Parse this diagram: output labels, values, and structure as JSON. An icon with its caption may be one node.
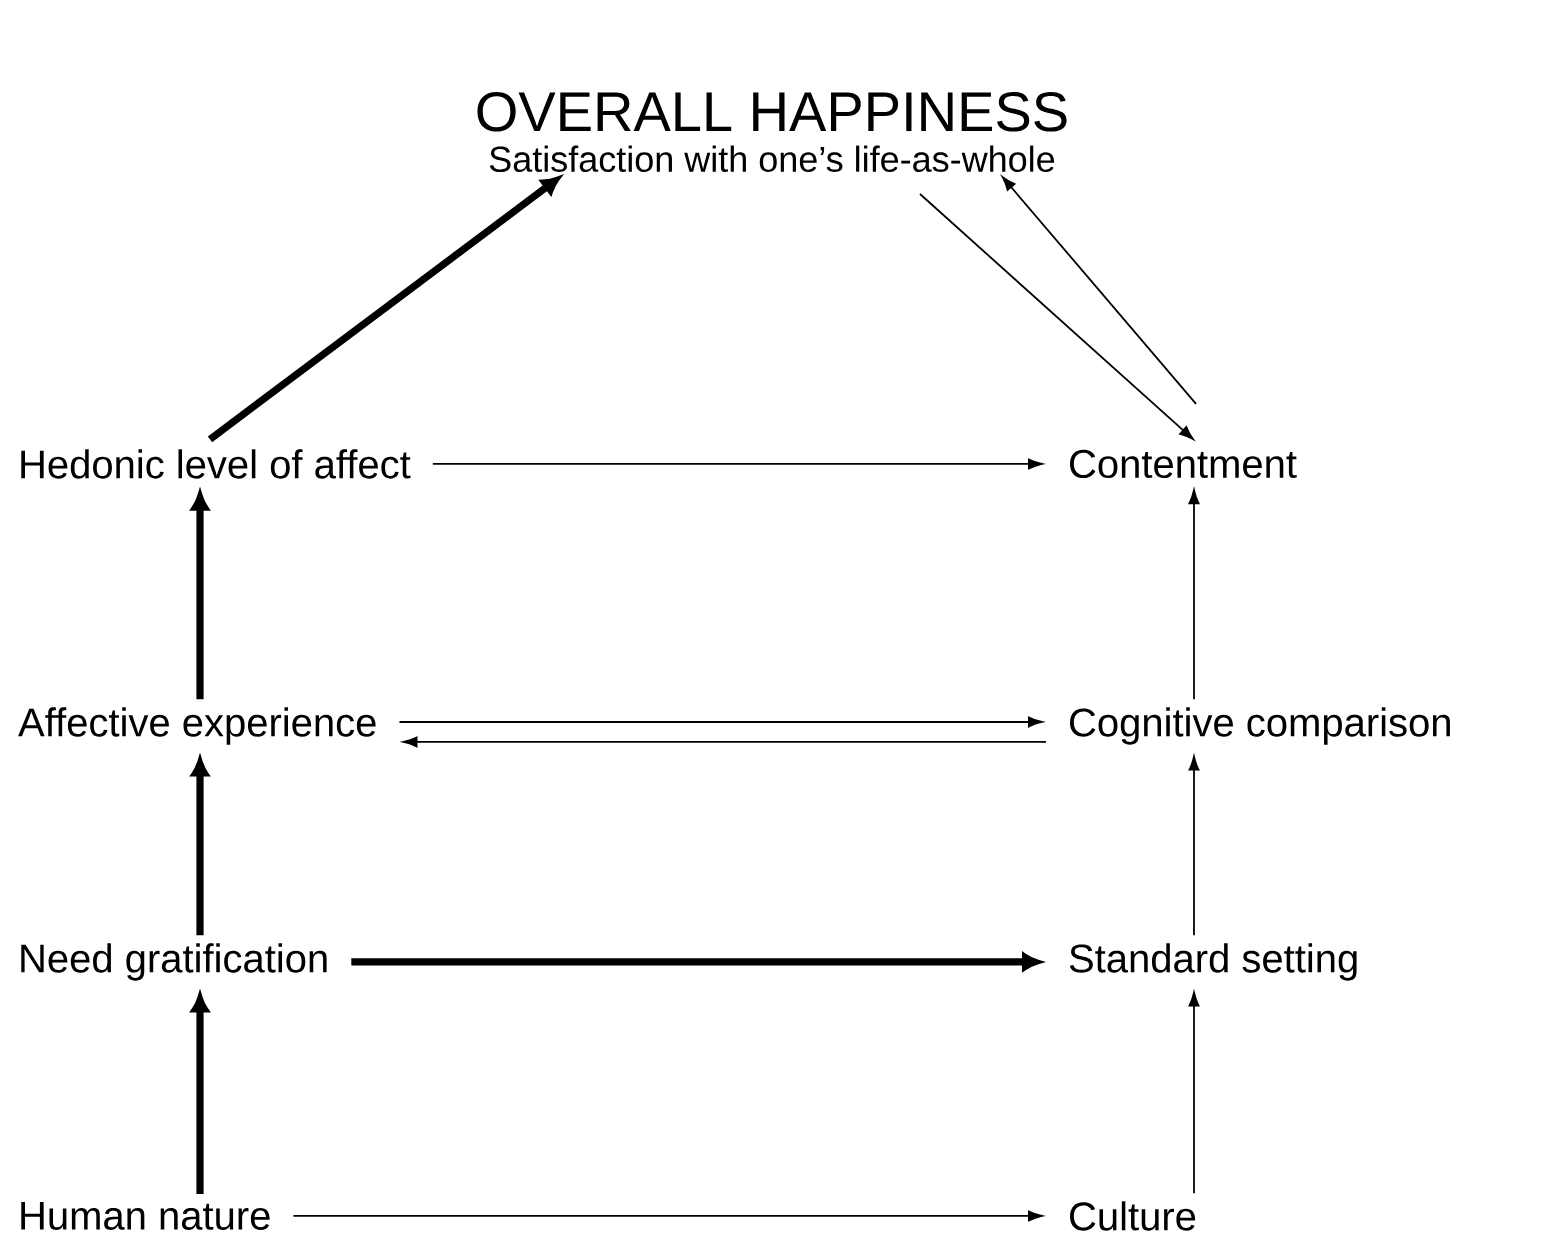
{
  "diagram": {
    "nodes": [
      {
        "text": [
          "OVERALL HAPPINESS",
          "Satisfaction with one’s life-as-whole"
        ]
      },
      {
        "text": [
          "Hedonic level of affect"
        ]
      },
      {
        "text": [
          "Contentment"
        ]
      },
      {
        "text": [
          "Affective experience"
        ]
      },
      {
        "text": [
          "Cognitive comparison"
        ]
      },
      {
        "text": [
          "Need gratification"
        ]
      },
      {
        "text": [
          "Standard setting"
        ]
      },
      {
        "text": [
          "Human nature"
        ]
      },
      {
        "text": [
          "Culture"
        ]
      }
    ],
    "edges": [
      {
        "from": 1,
        "to": 0,
        "arrow": "to",
        "style": "thick"
      },
      {
        "from": 1,
        "to": 2,
        "arrow": "to"
      },
      {
        "from": 0,
        "to": 2,
        "arrow": "to"
      },
      {
        "from": 2,
        "to": 0,
        "arrow": "to"
      },
      {
        "from": 3,
        "to": 1,
        "arrow": "to",
        "style": "thick"
      },
      {
        "from": 3,
        "to": 4,
        "arrow": "to"
      },
      {
        "from": 4,
        "to": 3,
        "arrow": "to"
      },
      {
        "from": 5,
        "to": 3,
        "arrow": "to",
        "style": "thick"
      },
      {
        "from": 5,
        "to": 6,
        "arrow": "to",
        "style": "thick"
      },
      {
        "from": 7,
        "to": 5,
        "arrow": "to",
        "style": "thick"
      },
      {
        "from": 7,
        "to": 8,
        "arrow": "to"
      },
      {
        "from": 8,
        "to": 6,
        "arrow": "to"
      },
      {
        "from": 6,
        "to": 4,
        "arrow": "to"
      },
      {
        "from": 4,
        "to": 2,
        "arrow": "to"
      }
    ]
  }
}
